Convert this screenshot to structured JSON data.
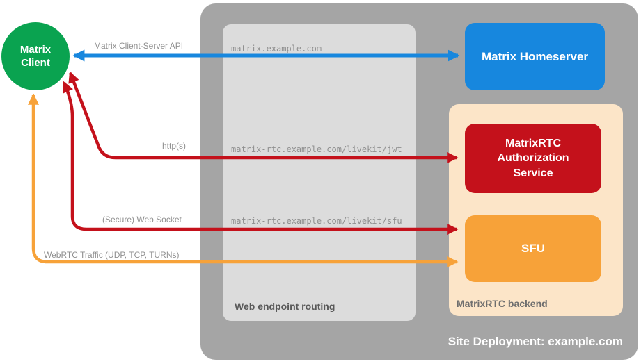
{
  "colors": {
    "client_green": "#0aa350",
    "site_container_gray": "#a5a5a5",
    "routing_container_gray": "#dcdcdc",
    "backend_container_peach": "#fce5c8",
    "homeserver_blue": "#1787de",
    "auth_service_red": "#c4111b",
    "sfu_orange": "#f7a239",
    "edge_text_gray": "#8f8f8f",
    "container_label_gray": "#595959"
  },
  "containers": {
    "site": {
      "label": "Site Deployment: example.com"
    },
    "routing": {
      "label": "Web endpoint routing"
    },
    "backend": {
      "label": "MatrixRTC backend"
    }
  },
  "nodes": {
    "client": {
      "label": "Matrix\nClient"
    },
    "homeserver": {
      "label": "Matrix Homeserver"
    },
    "auth_service": {
      "label": "MatrixRTC\nAuthorization\nService"
    },
    "sfu": {
      "label": "SFU"
    }
  },
  "edges": [
    {
      "label": "Matrix Client-Server API",
      "route": "matrix.example.com",
      "from": "Matrix Client",
      "to": "Matrix Homeserver",
      "color": "#1787de",
      "arrows": "both"
    },
    {
      "label": "http(s)",
      "route": "matrix-rtc.example.com/livekit/jwt",
      "from": "Matrix Client",
      "to": "MatrixRTC Authorization Service",
      "color": "#c4111b",
      "arrows": "both"
    },
    {
      "label": "(Secure) Web Socket",
      "route": "matrix-rtc.example.com/livekit/sfu",
      "from": "Matrix Client",
      "to": "SFU",
      "color": "#c4111b",
      "arrows": "both"
    },
    {
      "label": "WebRTC Traffic (UDP, TCP, TURNs)",
      "route": "",
      "from": "Matrix Client",
      "to": "SFU",
      "color": "#f7a239",
      "arrows": "both"
    }
  ]
}
